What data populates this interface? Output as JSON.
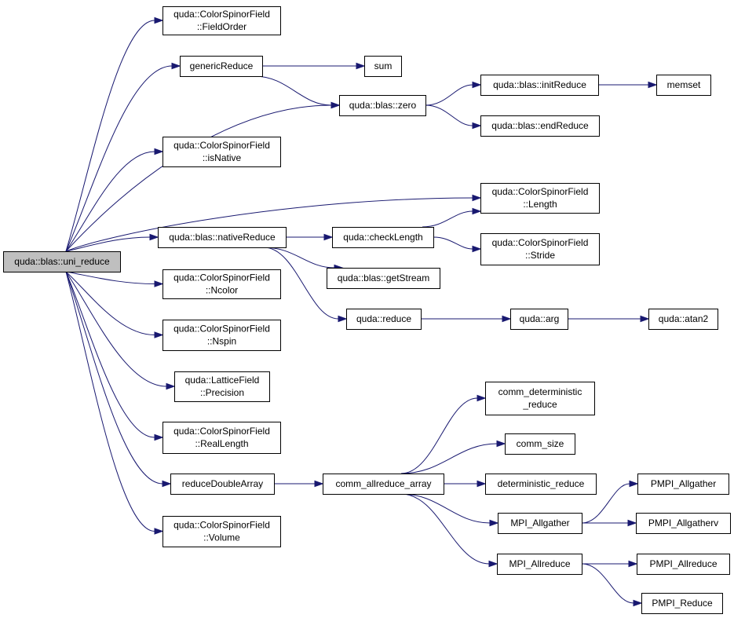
{
  "title": "",
  "colors": {
    "edge": "#191970",
    "node_border": "#000000",
    "root_fill": "#bfbfbf",
    "node_fill": "#ffffff"
  },
  "nodes": [
    {
      "id": "uni_reduce",
      "lines": [
        "quda::blas::uni_reduce"
      ],
      "root": true
    },
    {
      "id": "fieldorder",
      "lines": [
        "quda::ColorSpinorField",
        "::FieldOrder"
      ]
    },
    {
      "id": "genericreduce",
      "lines": [
        "genericReduce"
      ]
    },
    {
      "id": "sum",
      "lines": [
        "sum"
      ]
    },
    {
      "id": "zero",
      "lines": [
        "quda::blas::zero"
      ]
    },
    {
      "id": "initreduce",
      "lines": [
        "quda::blas::initReduce"
      ]
    },
    {
      "id": "memset",
      "lines": [
        "memset"
      ]
    },
    {
      "id": "endreduce",
      "lines": [
        "quda::blas::endReduce"
      ]
    },
    {
      "id": "isnative",
      "lines": [
        "quda::ColorSpinorField",
        "::isNative"
      ]
    },
    {
      "id": "length",
      "lines": [
        "quda::ColorSpinorField",
        "::Length"
      ]
    },
    {
      "id": "nativereduce",
      "lines": [
        "quda::blas::nativeReduce"
      ]
    },
    {
      "id": "checklength",
      "lines": [
        "quda::checkLength"
      ]
    },
    {
      "id": "stride",
      "lines": [
        "quda::ColorSpinorField",
        "::Stride"
      ]
    },
    {
      "id": "getstream",
      "lines": [
        "quda::blas::getStream"
      ]
    },
    {
      "id": "ncolor",
      "lines": [
        "quda::ColorSpinorField",
        "::Ncolor"
      ]
    },
    {
      "id": "reduce",
      "lines": [
        "quda::reduce"
      ]
    },
    {
      "id": "arg",
      "lines": [
        "quda::arg"
      ]
    },
    {
      "id": "atan2",
      "lines": [
        "quda::atan2"
      ]
    },
    {
      "id": "nspin",
      "lines": [
        "quda::ColorSpinorField",
        "::Nspin"
      ]
    },
    {
      "id": "precision",
      "lines": [
        "quda::LatticeField",
        "::Precision"
      ]
    },
    {
      "id": "comm_det",
      "lines": [
        "comm_deterministic",
        "_reduce"
      ]
    },
    {
      "id": "reallength",
      "lines": [
        "quda::ColorSpinorField",
        "::RealLength"
      ]
    },
    {
      "id": "comm_size",
      "lines": [
        "comm_size"
      ]
    },
    {
      "id": "reducedoublearray",
      "lines": [
        "reduceDoubleArray"
      ]
    },
    {
      "id": "comm_allreduce_array",
      "lines": [
        "comm_allreduce_array"
      ]
    },
    {
      "id": "det_reduce",
      "lines": [
        "deterministic_reduce"
      ]
    },
    {
      "id": "pmpi_allgather",
      "lines": [
        "PMPI_Allgather"
      ]
    },
    {
      "id": "mpi_allgather",
      "lines": [
        "MPI_Allgather"
      ]
    },
    {
      "id": "pmpi_allgatherv",
      "lines": [
        "PMPI_Allgatherv"
      ]
    },
    {
      "id": "volume",
      "lines": [
        "quda::ColorSpinorField",
        "::Volume"
      ]
    },
    {
      "id": "pmpi_allreduce",
      "lines": [
        "PMPI_Allreduce"
      ]
    },
    {
      "id": "mpi_allreduce",
      "lines": [
        "MPI_Allreduce"
      ]
    },
    {
      "id": "pmpi_reduce",
      "lines": [
        "PMPI_Reduce"
      ]
    }
  ],
  "edges": [
    [
      "uni_reduce",
      "fieldorder"
    ],
    [
      "uni_reduce",
      "genericreduce"
    ],
    [
      "uni_reduce",
      "zero"
    ],
    [
      "uni_reduce",
      "isnative"
    ],
    [
      "uni_reduce",
      "length"
    ],
    [
      "uni_reduce",
      "nativereduce"
    ],
    [
      "uni_reduce",
      "ncolor"
    ],
    [
      "uni_reduce",
      "nspin"
    ],
    [
      "uni_reduce",
      "precision"
    ],
    [
      "uni_reduce",
      "reallength"
    ],
    [
      "uni_reduce",
      "reducedoublearray"
    ],
    [
      "uni_reduce",
      "volume"
    ],
    [
      "genericreduce",
      "sum"
    ],
    [
      "genericreduce",
      "zero"
    ],
    [
      "zero",
      "initreduce"
    ],
    [
      "zero",
      "endreduce"
    ],
    [
      "initreduce",
      "memset"
    ],
    [
      "nativereduce",
      "checklength"
    ],
    [
      "nativereduce",
      "getstream"
    ],
    [
      "nativereduce",
      "reduce"
    ],
    [
      "checklength",
      "length"
    ],
    [
      "checklength",
      "stride"
    ],
    [
      "reduce",
      "arg"
    ],
    [
      "arg",
      "atan2"
    ],
    [
      "reducedoublearray",
      "comm_allreduce_array"
    ],
    [
      "comm_allreduce_array",
      "comm_det"
    ],
    [
      "comm_allreduce_array",
      "comm_size"
    ],
    [
      "comm_allreduce_array",
      "det_reduce"
    ],
    [
      "comm_allreduce_array",
      "mpi_allgather"
    ],
    [
      "comm_allreduce_array",
      "mpi_allreduce"
    ],
    [
      "mpi_allgather",
      "pmpi_allgather"
    ],
    [
      "mpi_allgather",
      "pmpi_allgatherv"
    ],
    [
      "mpi_allreduce",
      "pmpi_allreduce"
    ],
    [
      "mpi_allreduce",
      "pmpi_reduce"
    ]
  ]
}
